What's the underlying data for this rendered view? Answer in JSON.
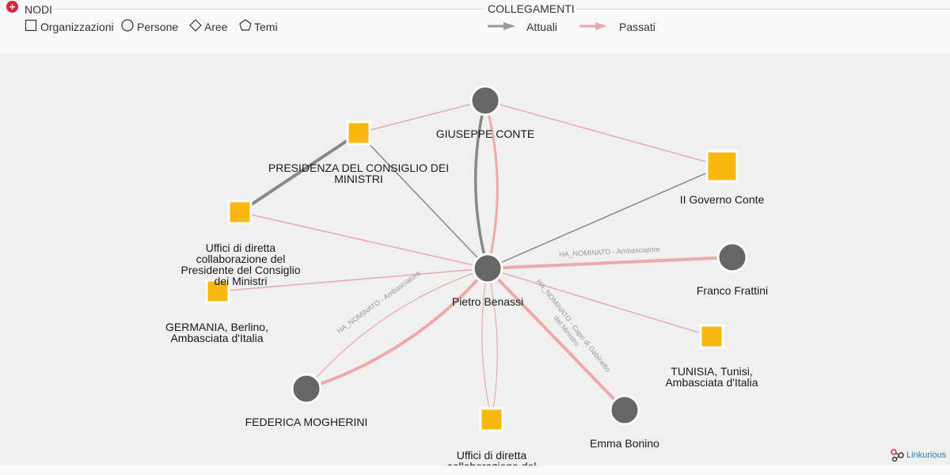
{
  "legend": {
    "nodes_title": "NODI",
    "links_title": "COLLEGAMENTI",
    "node_types": [
      {
        "shape": "square",
        "label": "Organizzazioni"
      },
      {
        "shape": "circle",
        "label": "Persone"
      },
      {
        "shape": "diamond",
        "label": "Aree"
      },
      {
        "shape": "pentagon",
        "label": "Temi"
      }
    ],
    "link_types": [
      {
        "label": "Attuali",
        "color": "#999999"
      },
      {
        "label": "Passati",
        "color": "#f0a6a6"
      }
    ]
  },
  "colors": {
    "person": "#666666",
    "organization": "#f7b90f",
    "current_link": "#888888",
    "past_link": "#eeaaaa",
    "expand_button": "#d9263a"
  },
  "graph": {
    "nodes": [
      {
        "id": "benassi",
        "type": "person",
        "label": "Pietro Benassi"
      },
      {
        "id": "conte",
        "type": "person",
        "label": "GIUSEPPE CONTE"
      },
      {
        "id": "presidenza",
        "type": "organization",
        "label": "PRESIDENZA DEL CONSIGLIO DEI MINISTRI"
      },
      {
        "id": "governo",
        "type": "organization",
        "label": "II Governo Conte"
      },
      {
        "id": "uffici_pres",
        "type": "organization",
        "label": "Uffici di diretta collaborazione del Presidente del Consiglio dei Ministri"
      },
      {
        "id": "germania",
        "type": "organization",
        "label": "GERMANIA, Berlino, Ambasciata d'Italia"
      },
      {
        "id": "frattini",
        "type": "person",
        "label": "Franco Frattini"
      },
      {
        "id": "tunisia",
        "type": "organization",
        "label": "TUNISIA, Tunisi, Ambasciata d'Italia"
      },
      {
        "id": "mogherini",
        "type": "person",
        "label": "FEDERICA MOGHERINI"
      },
      {
        "id": "uffici_esteri",
        "type": "organization",
        "label": "Uffici di diretta collaborazione del Ministro degli Esteri e della"
      },
      {
        "id": "bonino",
        "type": "person",
        "label": "Emma Bonino"
      }
    ],
    "edges": [
      {
        "from": "conte",
        "to": "benassi",
        "kind": "current"
      },
      {
        "from": "conte",
        "to": "benassi",
        "kind": "past"
      },
      {
        "from": "presidenza",
        "to": "benassi",
        "kind": "current"
      },
      {
        "from": "governo",
        "to": "benassi",
        "kind": "current"
      },
      {
        "from": "uffici_pres",
        "to": "presidenza",
        "kind": "current"
      },
      {
        "from": "conte",
        "to": "presidenza",
        "kind": "past"
      },
      {
        "from": "conte",
        "to": "governo",
        "kind": "past"
      },
      {
        "from": "uffici_pres",
        "to": "benassi",
        "kind": "past"
      },
      {
        "from": "germania",
        "to": "benassi",
        "kind": "past"
      },
      {
        "from": "benassi",
        "to": "frattini",
        "kind": "past",
        "label": "HA_NOMINATO - Ambasciatore"
      },
      {
        "from": "benassi",
        "to": "tunisia",
        "kind": "past"
      },
      {
        "from": "benassi",
        "to": "mogherini",
        "kind": "past",
        "label": "HA_NOMINATO - Ambasciatore"
      },
      {
        "from": "mogherini",
        "to": "benassi",
        "kind": "past"
      },
      {
        "from": "benassi",
        "to": "uffici_esteri",
        "kind": "past"
      },
      {
        "from": "uffici_esteri",
        "to": "benassi",
        "kind": "past"
      },
      {
        "from": "benassi",
        "to": "bonino",
        "kind": "past",
        "label": "HA_NOMINATO - Capo di Gabinetto del Ministro"
      }
    ]
  },
  "brand": "Linkurious"
}
